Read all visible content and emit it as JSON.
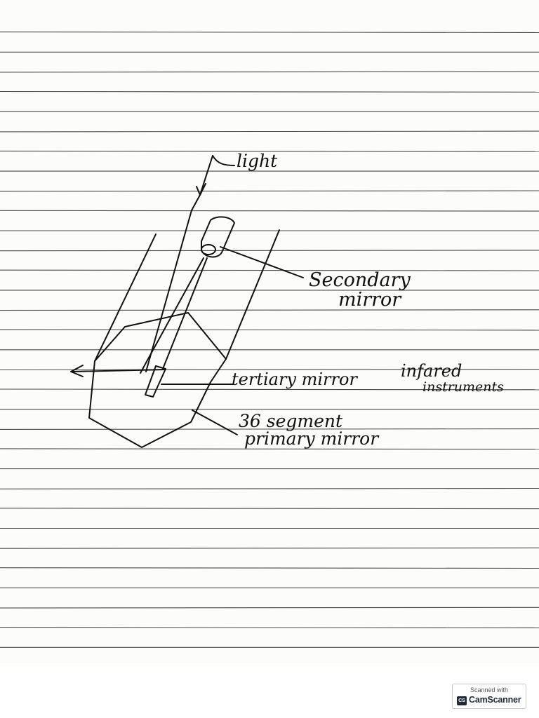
{
  "labels": {
    "light": "light",
    "secondary_line1": "Secondary",
    "secondary_line2": "mirror",
    "tertiary": "tertiary mirror",
    "infared_line1": "infared",
    "infared_line2": "instruments",
    "primary_line1": "36 segment",
    "primary_line2": "primary mirror"
  },
  "watermark": {
    "scanned_with": "Scanned with",
    "logo": "CS",
    "brand": "CamScanner"
  },
  "colors": {
    "paper": "#fcfcfa",
    "rule_line": "#4a4a4a",
    "ink": "#111111"
  }
}
